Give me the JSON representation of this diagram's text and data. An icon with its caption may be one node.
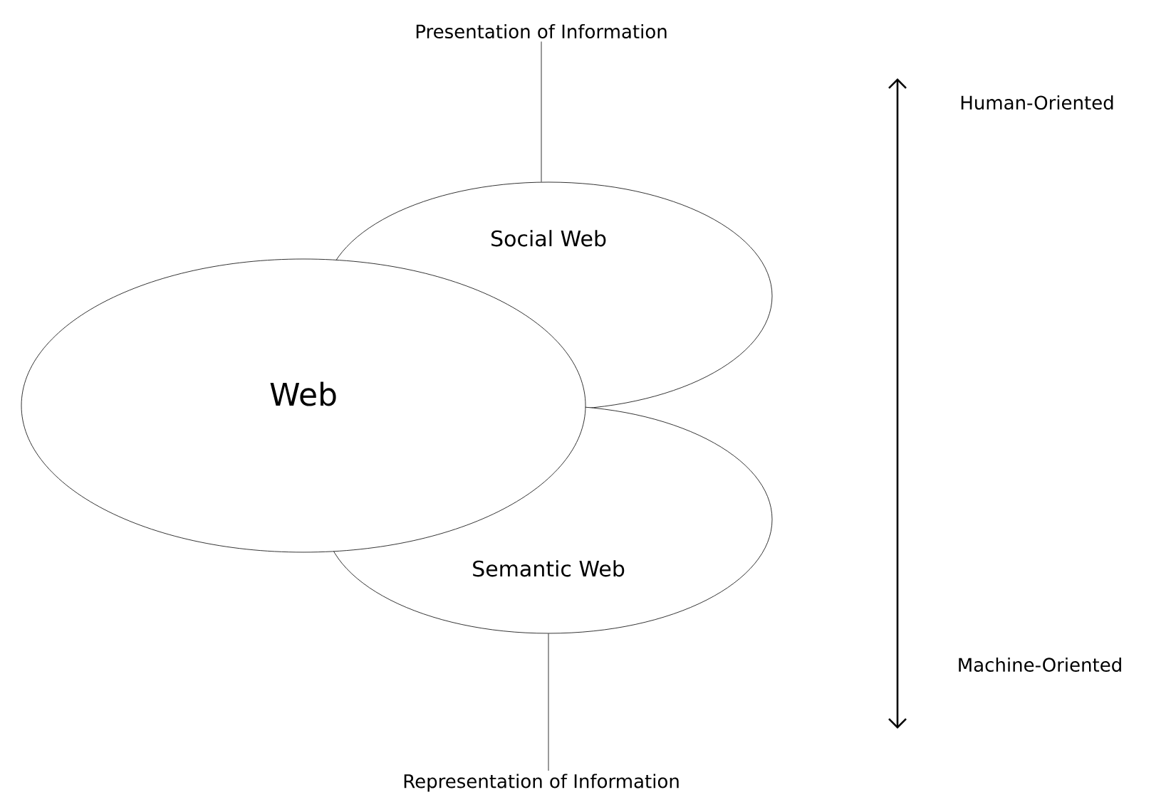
{
  "diagram": {
    "nodes": [
      {
        "text": [
          "Presentation of Information"
        ]
      },
      {
        "text": [
          "Social Web"
        ]
      },
      {
        "text": [
          "Web"
        ]
      },
      {
        "text": [
          "Semantic Web"
        ]
      },
      {
        "text": [
          "Representation of Information"
        ]
      }
    ],
    "edges": [
      {
        "from": 0,
        "to": 1,
        "arrow": "none"
      },
      {
        "from": 3,
        "to": 4,
        "arrow": "none"
      }
    ],
    "labels": [
      "Human-Oriented",
      "Machine-Oriented"
    ]
  }
}
